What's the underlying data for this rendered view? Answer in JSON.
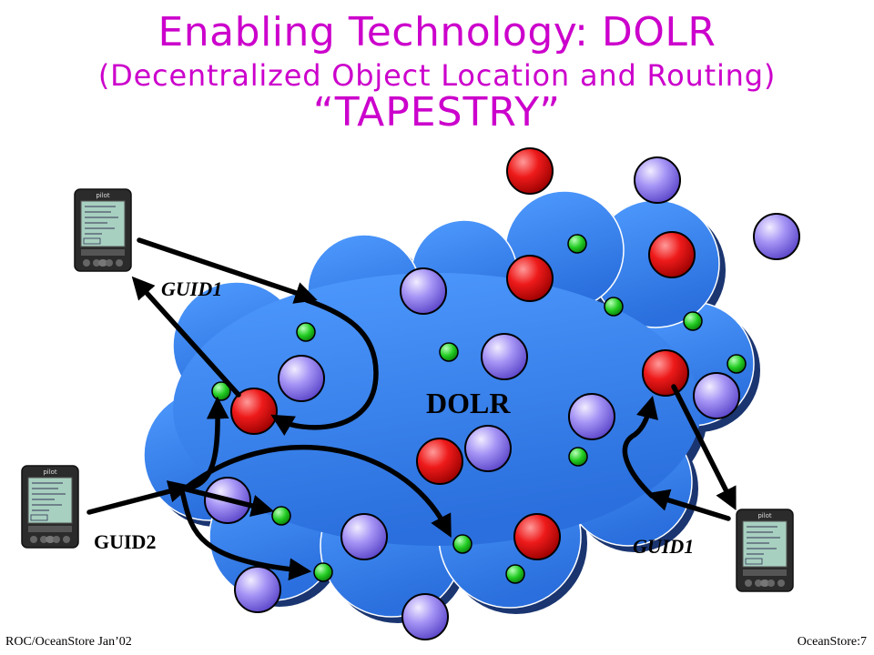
{
  "slide": {
    "title_line1": "Enabling Technology: DOLR",
    "title_line2": "(Decentralized Object Location and Routing)",
    "title_line3": "“TAPESTRY”"
  },
  "diagram": {
    "center_label": "DOLR",
    "labels": {
      "guid1_top": "GUID1",
      "guid2": "GUID2",
      "guid1_bottom": "GUID1"
    },
    "colors": {
      "cloud": "#3a86f0",
      "server_node": "#ee1111",
      "client_node": "#9a88f2",
      "router_node": "#22cc22",
      "title": "#cc00cc"
    },
    "device_name": "pilot",
    "icons": [
      "pilot-pda-icon",
      "server-node-icon",
      "client-node-icon",
      "router-node-icon",
      "cloud-icon"
    ]
  },
  "footer": {
    "left": "ROC/OceanStore Jan’02",
    "right": "OceanStore:7"
  }
}
